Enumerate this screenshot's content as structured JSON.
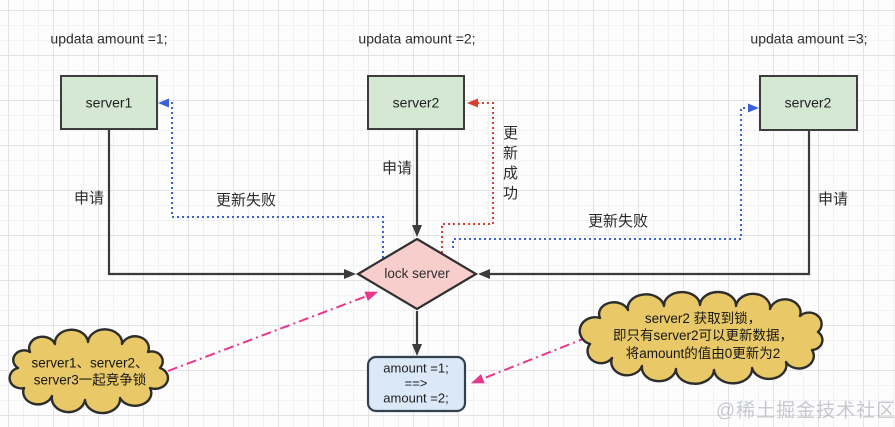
{
  "diagram_title": "distributed lock competition diagram",
  "colors": {
    "server_box_fill": "#d5e8d4",
    "server_box_border": "#3d3d3d",
    "lock_diamond_fill": "#f8cecc",
    "lock_diamond_border": "#2f2f2f",
    "amount_box_fill": "#dbe8f7",
    "amount_box_border": "#33404d",
    "cloud_fill": "#e9c868",
    "cloud_border": "#2d2d2d",
    "connector_black": "#3b3b3b",
    "connector_blue_dotted": "#3b5fd9",
    "connector_red_dotted": "#d6402c",
    "connector_pink_dashdot": "#e8388a",
    "grid_line": "#e2e2e7"
  },
  "top_labels": {
    "left": "updata amount =1;",
    "middle": "updata amount =2;",
    "right": "updata amount =3;"
  },
  "nodes": {
    "server1": {
      "label": "server1"
    },
    "server2_middle": {
      "label": "server2"
    },
    "server2_right": {
      "label": "server2"
    },
    "lock_server": {
      "label": "lock server"
    },
    "amount_box": {
      "lines": [
        "amount =1;",
        "==>",
        "amount =2;"
      ]
    }
  },
  "edge_labels": {
    "apply_left": "申请",
    "apply_middle": "申请",
    "apply_right": "申请",
    "update_fail_left": "更新失败",
    "update_fail_right": "更新失败",
    "update_success": "更新成功"
  },
  "callouts": {
    "left": {
      "lines": [
        "server1、server2、",
        "server3一起竞争锁"
      ]
    },
    "right": {
      "lines": [
        "server2 获取到锁，",
        "即只有server2可以更新数据，",
        "将amount的值由0更新为2"
      ]
    }
  },
  "watermark": "@稀土掘金技术社区"
}
